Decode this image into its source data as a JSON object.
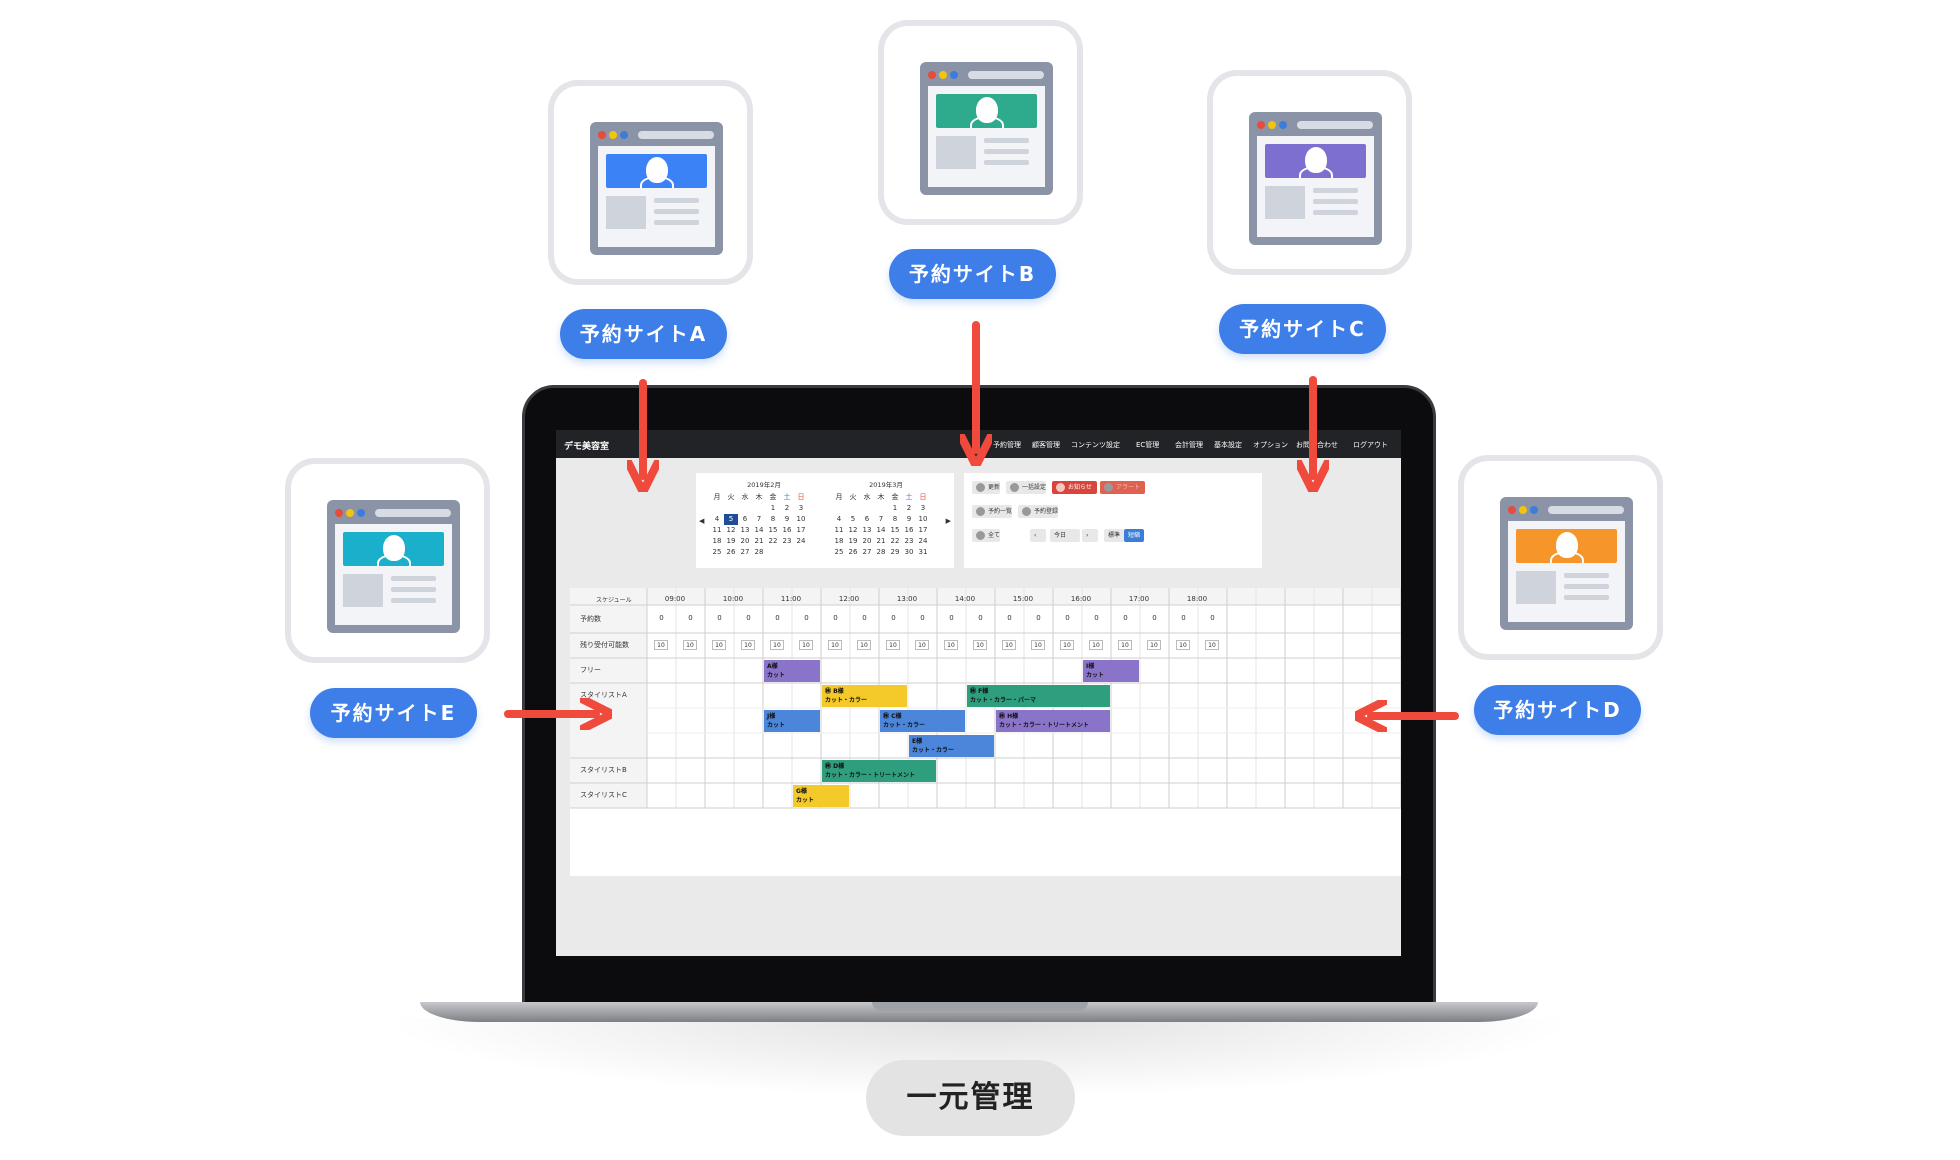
{
  "sites": [
    {
      "label": "予約サイトA",
      "color": "#3b82f6"
    },
    {
      "label": "予約サイトB",
      "color": "#2eaa8c"
    },
    {
      "label": "予約サイトC",
      "color": "#7c6fcf"
    },
    {
      "label": "予約サイトD",
      "color": "#f5952a"
    },
    {
      "label": "予約サイトE",
      "color": "#1ab0cc"
    }
  ],
  "arrow_color": "#f04a3c",
  "center_label": "一元管理",
  "app": {
    "name": "デモ美容室",
    "nav": [
      "予約管理",
      "顧客管理",
      "コンテンツ設定",
      "EC管理",
      "会計管理",
      "基本設定",
      "オプション",
      "お問い合わせ",
      "ログアウト"
    ],
    "calendar": [
      {
        "title": "2019年2月",
        "weekdays": [
          "月",
          "火",
          "水",
          "木",
          "金",
          "土",
          "日"
        ],
        "rows": [
          [
            "",
            "",
            "",
            "",
            "1",
            "2",
            "3"
          ],
          [
            "4",
            "5",
            "6",
            "7",
            "8",
            "9",
            "10"
          ],
          [
            "11",
            "12",
            "13",
            "14",
            "15",
            "16",
            "17"
          ],
          [
            "18",
            "19",
            "20",
            "21",
            "22",
            "23",
            "24"
          ],
          [
            "25",
            "26",
            "27",
            "28",
            "",
            "",
            ""
          ]
        ],
        "selected": "5"
      },
      {
        "title": "2019年3月",
        "weekdays": [
          "月",
          "火",
          "水",
          "木",
          "金",
          "土",
          "日"
        ],
        "rows": [
          [
            "",
            "",
            "",
            "",
            "1",
            "2",
            "3"
          ],
          [
            "4",
            "5",
            "6",
            "7",
            "8",
            "9",
            "10"
          ],
          [
            "11",
            "12",
            "13",
            "14",
            "15",
            "16",
            "17"
          ],
          [
            "18",
            "19",
            "20",
            "21",
            "22",
            "23",
            "24"
          ],
          [
            "25",
            "26",
            "27",
            "28",
            "29",
            "30",
            "31"
          ]
        ],
        "selected": ""
      }
    ],
    "controls": {
      "update": "更新",
      "bulk": "一括設定",
      "notice": "お知らせ",
      "alert": "アラート",
      "list": "予約一覧",
      "register": "予約登録",
      "all": "全て",
      "today": "今日",
      "standard": "標準",
      "short": "短縮"
    },
    "schedule": {
      "header_label": "スケジュール",
      "hours": [
        "09:00",
        "10:00",
        "11:00",
        "12:00",
        "13:00",
        "14:00",
        "15:00",
        "16:00",
        "17:00",
        "18:00"
      ],
      "rows": [
        "予約数",
        "残り受付可能数",
        "フリー",
        "スタイリストA",
        "スタイリストB",
        "スタイリストC"
      ],
      "reservations_count": 0,
      "remaining_count": 10,
      "appointments": [
        {
          "name": "A様",
          "menu": "カット",
          "color": "#8a74c9",
          "badge": false
        },
        {
          "name": "I様",
          "menu": "カット",
          "color": "#8a74c9",
          "badge": false
        },
        {
          "name": "B様",
          "menu": "カット・カラー",
          "color": "#f4c92a",
          "badge": true
        },
        {
          "name": "F様",
          "menu": "カット・カラー・パーマ",
          "color": "#2e9e7e",
          "badge": true
        },
        {
          "name": "J様",
          "menu": "カット",
          "color": "#4b86db",
          "badge": false
        },
        {
          "name": "C様",
          "menu": "カット・カラー",
          "color": "#4b86db",
          "badge": true
        },
        {
          "name": "H様",
          "menu": "カット・カラー・トリートメント",
          "color": "#8a74c9",
          "badge": true
        },
        {
          "name": "E様",
          "menu": "カット・カラー",
          "color": "#4b86db",
          "badge": false
        },
        {
          "name": "D様",
          "menu": "カット・カラー・トリートメント",
          "color": "#2e9e7e",
          "badge": true
        },
        {
          "name": "G様",
          "menu": "カット",
          "color": "#f4c92a",
          "badge": false
        }
      ]
    }
  }
}
